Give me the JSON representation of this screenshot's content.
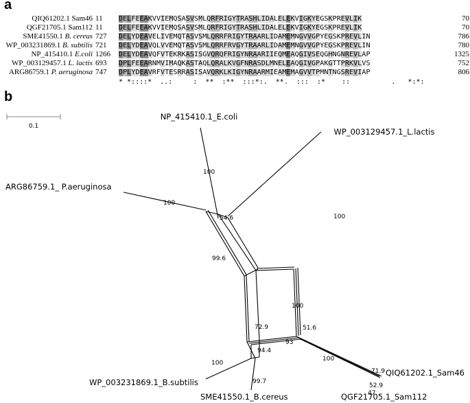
{
  "panel_a": {
    "label": "a",
    "rows": [
      {
        "name": "QIQ61202.1 Sam46",
        "name_plain": "QIQ61202.1 Sam46",
        "name_italic": "",
        "start": "11",
        "seq": "DELFEEAKVVIEMQSASVSMLQRFRIGYTRASHLIDALELEKVIGKYEGSKPREVLIK",
        "end": "70"
      },
      {
        "name": "QGF21705.1 Sam112",
        "name_plain": "QGF21705.1 Sam112",
        "name_italic": "",
        "start": "11",
        "seq": "DELFEEAKVVIEMQSASVSMLQRFRIGYTRASHLIDALELEKVIGKYEGSKPREVLIK",
        "end": "70"
      },
      {
        "name": "SME41550.1 B. cereus",
        "name_plain": "SME41550.1 ",
        "name_italic": "B. cereus",
        "start": "727",
        "seq": "DELYDEAVELIVEMQTASVSMLQRRFRIGYTRAARLIDAMEMNGVVGPYEGSKPREVLIN",
        "end": "786"
      },
      {
        "name": "WP_003231869.1 B. subtilis",
        "name_plain": "WP_003231869.1 ",
        "name_italic": "B. subtilis",
        "start": "721",
        "seq": "DELYDEAVQLVVEMQTASVSMLQRRFRVGYTRAARLIDAMEMNGVVGPYEGSKPREVLIN",
        "end": "780"
      },
      {
        "name": "NP_415410.1 E.coli",
        "name_plain": "NP_415410.1 ",
        "name_italic": "E.coli",
        "start": "1266",
        "seq": "DELYDEAVQFVTEKRKASISGVQRQFRIGYNRAARIIEQMEAQGIVSEQGHNGNREVLAP",
        "end": "1325"
      },
      {
        "name": "WP_003129457.1 L. lactis",
        "name_plain": "WP_003129457.1 ",
        "name_italic": "L. lactis",
        "start": "693",
        "seq": "DPLFEEARNMVIMAQKASTAQLQRALKVGFNRASDLMNELEAQGIVGPAKGTTPRKVLVS",
        "end": "752"
      },
      {
        "name": "ARG86759.1 P. aeruginosa",
        "name_plain": "ARG86759.1 ",
        "name_italic": "P. aeruginosa",
        "start": "747",
        "seq": "DPLYDEAVRFVTESRRASISAVQRKLKIGYNRAARMIEAMEMAGVVTPMNTNGSREVIAP",
        "end": "806"
      }
    ],
    "consensus": "* *::::*  ..:     :  **  :**  :::*:.  **.  :::  :*    ::          .   *:*:"
  },
  "panel_b": {
    "label": "b",
    "scale_bar_label": "0.1",
    "taxa": {
      "ecoli": "NP_415410.1_E.coli",
      "llactis": "WP_003129457.1_L.lactis",
      "paeruginosa": "ARG86759.1_ P.aeruginosa",
      "bsubtilis": "WP_003231869.1_B.subtilis",
      "bcereus": "SME41550.1_B.cereus",
      "sam46": "QIQ61202.1_Sam46",
      "sam112": "QGF21705.1_Sam112"
    },
    "bootstrap": {
      "ecoli": "100",
      "paeruginosa": "100",
      "llactis": "100",
      "n546": "54.6",
      "n996": "99.6",
      "center": "100",
      "n729": "72.9",
      "n516": "51.6",
      "n93": "93",
      "n944": "94.4",
      "bsubtilis": "100",
      "n997": "99.7",
      "sam_branch": "100",
      "n719": "71.9",
      "n529": "52.9",
      "n47": "47"
    }
  }
}
